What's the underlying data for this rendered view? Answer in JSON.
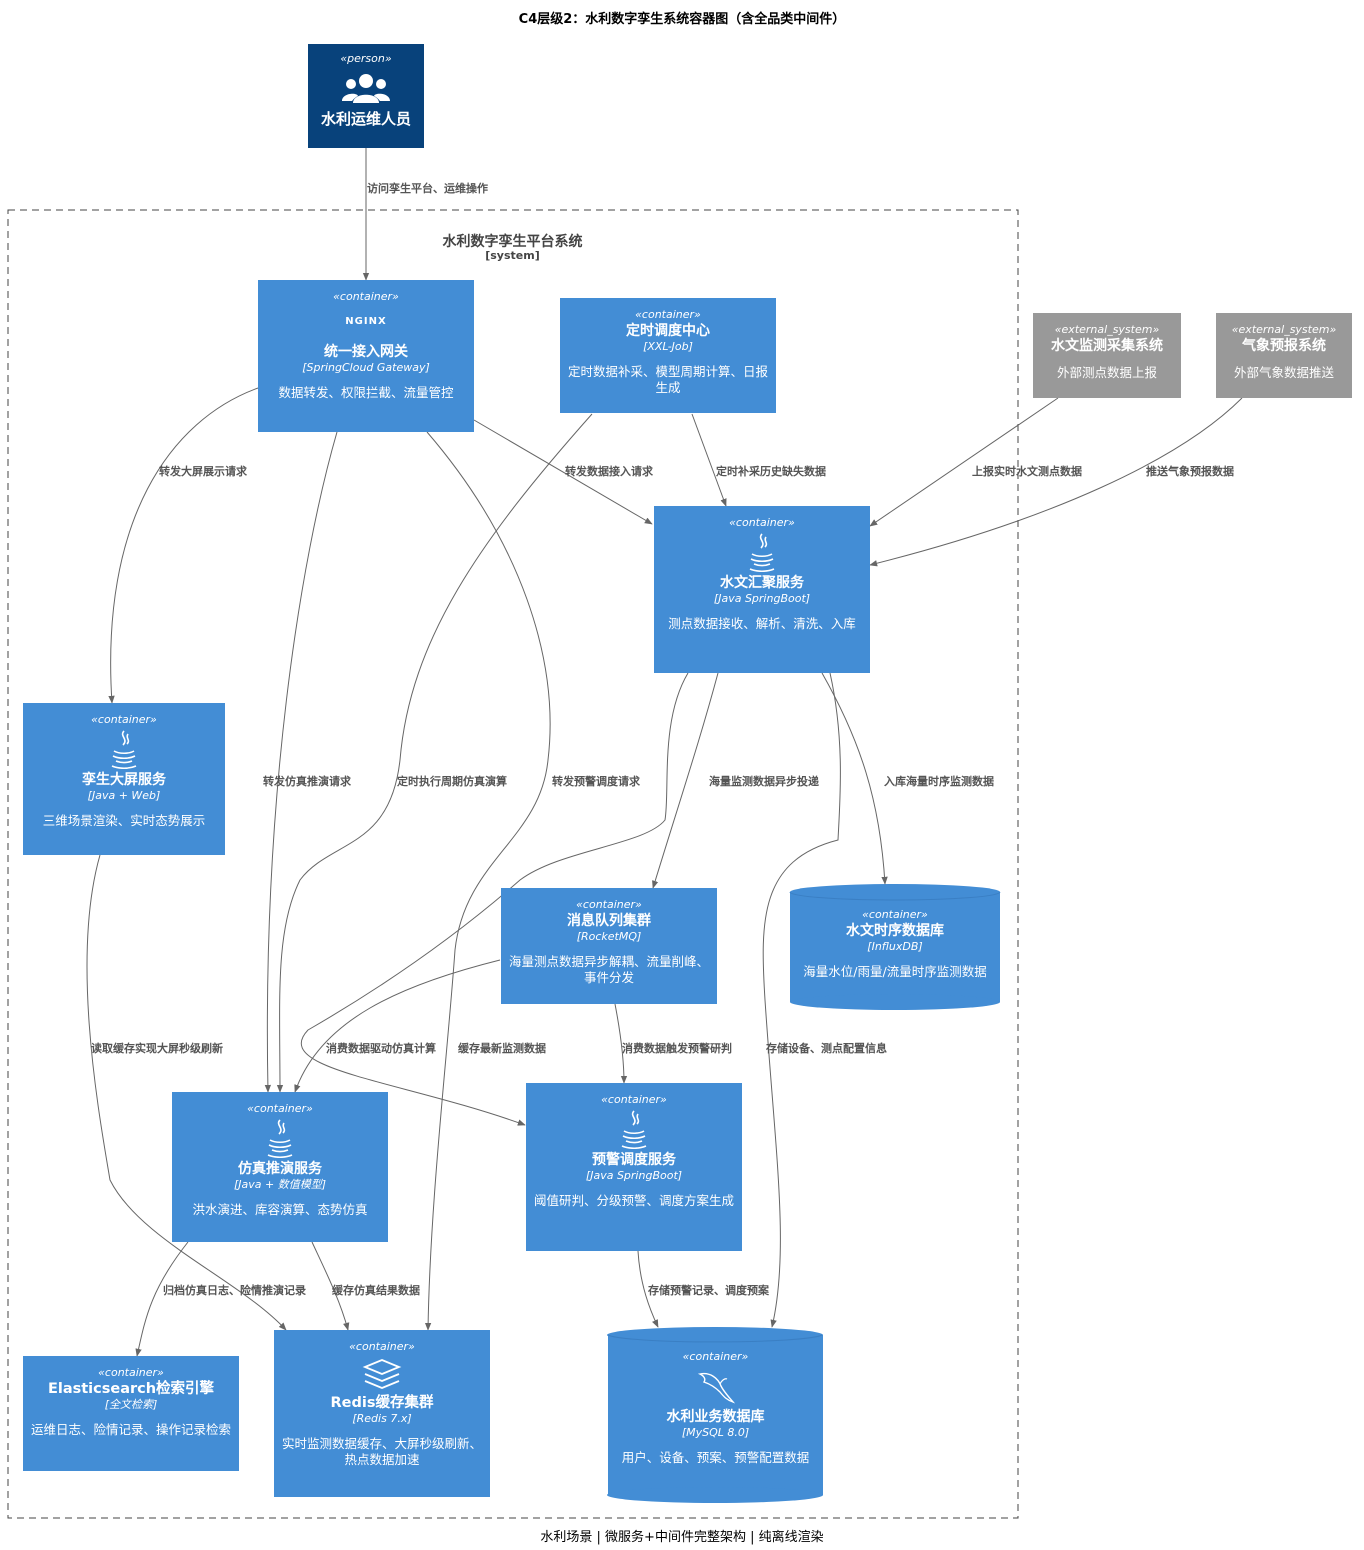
{
  "title": "C4层级2：水利数字孪生系统容器图（含全品类中间件）",
  "footer": "水利场景 | 微服务+中间件完整架构 | 纯离线渲染",
  "colors": {
    "container": "#438DD5",
    "person": "#08427B",
    "external": "#999999",
    "arrow": "#666666"
  },
  "boundary": {
    "name": "水利数字孪生平台系统",
    "type": "[system]"
  },
  "person": {
    "stereotype": "«person»",
    "name": "水利运维人员",
    "icon": "users-icon"
  },
  "externals": [
    {
      "id": "hydro-collect",
      "stereotype": "«external_system»",
      "name": "水文监测采集系统",
      "desc": "外部测点数据上报"
    },
    {
      "id": "weather",
      "stereotype": "«external_system»",
      "name": "气象预报系统",
      "desc": "外部气象数据推送"
    }
  ],
  "containers": {
    "gateway": {
      "stereotype": "«container»",
      "icon_label": "NGINX",
      "name": "统一接入网关",
      "tech": "[SpringCloud Gateway]",
      "desc": "数据转发、权限拦截、流量管控"
    },
    "scheduler": {
      "stereotype": "«container»",
      "name": "定时调度中心",
      "tech": "[XXL-Job]",
      "desc": "定时数据补采、模型周期计算、日报生成"
    },
    "hydro": {
      "stereotype": "«container»",
      "icon": "java-icon",
      "name": "水文汇聚服务",
      "tech": "[Java SpringBoot]",
      "desc": "测点数据接收、解析、清洗、入库"
    },
    "screen": {
      "stereotype": "«container»",
      "icon": "java-icon",
      "name": "孪生大屏服务",
      "tech": "[Java + Web]",
      "desc": "三维场景渲染、实时态势展示"
    },
    "mq": {
      "stereotype": "«container»",
      "name": "消息队列集群",
      "tech": "[RocketMQ]",
      "desc": "海量测点数据异步解耦、流量削峰、事件分发"
    },
    "tsdb": {
      "stereotype": "«container»",
      "name": "水文时序数据库",
      "tech": "[InfluxDB]",
      "desc": "海量水位/雨量/流量时序监测数据"
    },
    "sim": {
      "stereotype": "«container»",
      "icon": "java-icon",
      "name": "仿真推演服务",
      "tech": "[Java + 数值模型]",
      "desc": "洪水演进、库容演算、态势仿真"
    },
    "alert": {
      "stereotype": "«container»",
      "icon": "java-icon",
      "name": "预警调度服务",
      "tech": "[Java SpringBoot]",
      "desc": "阈值研判、分级预警、调度方案生成"
    },
    "es": {
      "stereotype": "«container»",
      "name": "Elasticsearch检索引擎",
      "tech": "[全文检索]",
      "desc": "运维日志、险情记录、操作记录检索"
    },
    "redis": {
      "stereotype": "«container»",
      "icon": "redis-icon",
      "name": "Redis缓存集群",
      "tech": "[Redis 7.x]",
      "desc": "实时监测数据缓存、大屏秒级刷新、热点数据加速"
    },
    "mysql": {
      "stereotype": "«container»",
      "icon": "mysql-dolphin-icon",
      "name": "水利业务数据库",
      "tech": "[MySQL 8.0]",
      "desc": "用户、设备、预案、预警配置数据"
    }
  },
  "relations": {
    "r1": "访问孪生平台、运维操作",
    "r2": "转发大屏展示请求",
    "r3": "转发仿真推演请求",
    "r4": "转发预警调度请求",
    "r5": "转发数据接入请求",
    "r6": "定时执行周期仿真演算",
    "r7": "定时补采历史缺失数据",
    "r8": "上报实时水文测点数据",
    "r9": "推送气象预报数据",
    "r10": "海量监测数据异步投递",
    "r11": "入库海量时序监测数据",
    "r12": "存储设备、测点配置信息",
    "r13": "缓存最新监测数据",
    "r14": "读取缓存实现大屏秒级刷新",
    "r15": "消费数据驱动仿真计算",
    "r16": "消费数据触发预警研判",
    "r17": "归档仿真日志、险情推演记录",
    "r18": "缓存仿真结果数据",
    "r19": "存储预警记录、调度预案"
  }
}
